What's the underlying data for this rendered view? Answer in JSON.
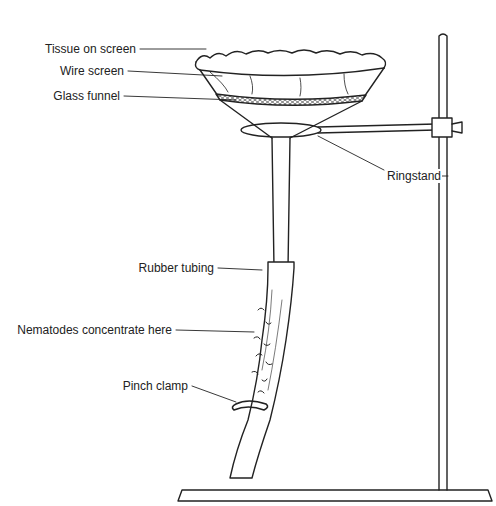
{
  "diagram": {
    "labels": [
      "Tissue on screen",
      "Wire screen",
      "Glass funnel",
      "Ringstand",
      "Rubber tubing",
      "Nematodes concentrate here",
      "Pinch clamp"
    ]
  }
}
